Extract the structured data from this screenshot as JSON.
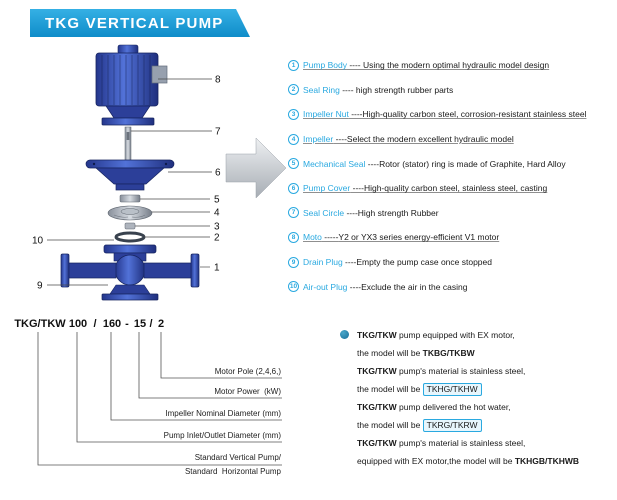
{
  "banner": {
    "title": "TKG VERTICAL PUMP"
  },
  "parts_list": {
    "items": [
      {
        "num": "1",
        "name": "Pump Body",
        "sep": " ---- ",
        "desc": "Using the modern optimal hydraulic model design"
      },
      {
        "num": "2",
        "name": "Seal Ring",
        "sep": " ---- ",
        "desc": "high strength rubber parts"
      },
      {
        "num": "3",
        "name": "Impeller Nut",
        "sep": " ----",
        "desc": "High-quality carbon steel, corrosion-resistant stainless steel"
      },
      {
        "num": "4",
        "name": "Impeller",
        "sep": " ----",
        "desc": "Select the modern excellent hydraulic model"
      },
      {
        "num": "5",
        "name": "Mechanical Seal",
        "sep": " ----",
        "desc": "Rotor (stator) ring is made of Graphite, Hard Alloy"
      },
      {
        "num": "6",
        "name": "Pump Cover",
        "sep": " ----",
        "desc": "High-quality carbon steel, stainless steel, casting"
      },
      {
        "num": "7",
        "name": "Seal Circle",
        "sep": " ----",
        "desc": "High strength Rubber"
      },
      {
        "num": "8",
        "name": "Moto",
        "sep": " -----",
        "desc": "Y2 or YX3 series energy-efficient V1 motor"
      },
      {
        "num": "9",
        "name": "Drain Plug",
        "sep": " ----",
        "desc": "Empty the pump case once stopped"
      },
      {
        "num": "10",
        "name": "Air-out Plug",
        "sep": " ----",
        "desc": "Exclude the air in the casing"
      }
    ]
  },
  "diagram": {
    "callouts": [
      "8",
      "7",
      "6",
      "5",
      "4",
      "3",
      "2",
      "1",
      "10",
      "9"
    ]
  },
  "model_code": {
    "parts": [
      "TKG/TKW",
      "100",
      "/",
      "160",
      "-",
      "15",
      "/",
      "2"
    ],
    "labels": {
      "motor_pole": "Motor Pole (2,4,6,)",
      "motor_power": "Motor Power  (kW)",
      "impeller_diameter": "Impeller Nominal Diameter (mm)",
      "inlet_outlet": "Pump Inlet/Outlet Diameter (mm)",
      "standard_vertical": "Standard Vertical Pump/",
      "standard_horizontal": "Standard  Horizontal Pump"
    }
  },
  "notes": {
    "lines": [
      {
        "b": "TKG/TKW",
        "t": " pump equipped with EX motor,",
        "c": ""
      },
      {
        "b": "",
        "t": "the model will be ",
        "c": "TKBG/TKBW"
      },
      {
        "b": "TKG/TKW",
        "t": " pump's material is stainless steel,",
        "c": ""
      },
      {
        "b": "",
        "t": "the model will be ",
        "c": "TKHG/TKHW"
      },
      {
        "b": "TKG/TKW",
        "t": " pump delivered the hot water,",
        "c": ""
      },
      {
        "b": "",
        "t": "the model will be ",
        "c": "TKRG/TKRW"
      },
      {
        "b": "TKG/TKW",
        "t": " pump's material is stainless steel,",
        "c": ""
      },
      {
        "b": "",
        "t": "equipped with EX motor,the model will be ",
        "c": "TKHGB/TKHWB"
      }
    ]
  },
  "colors": {
    "banner_blue": "#1496d3",
    "accent_blue": "#2aa9e0",
    "pump_blue": "#2c3f99",
    "arrow_gray": "#b7bcc2"
  }
}
